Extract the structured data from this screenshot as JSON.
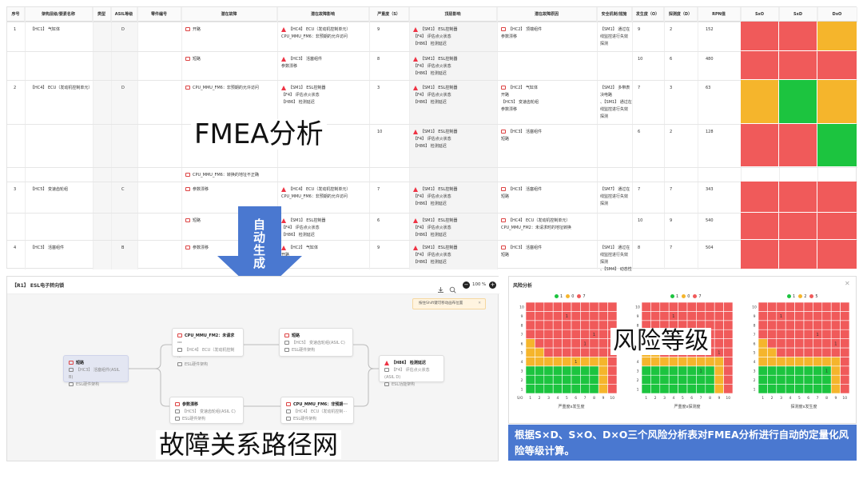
{
  "fmea": {
    "headers": [
      "序号",
      "架构层级/要素名称",
      "类型",
      "ASIL等级",
      "零件编号",
      "潜在故障",
      "潜在故障影响",
      "严重度（S）",
      "顶层影响",
      "潜在故障原因",
      "安全机制/措施",
      "发生度（O）",
      "探测度（D）",
      "RPN值",
      "SxO",
      "SxD",
      "DxO"
    ],
    "rows": [
      {
        "no": "1",
        "element": "【HC1】 气缸体",
        "asil": "D",
        "failure": "开路",
        "effect": [
          "【HC4】 ECU（发动机控制单元）",
          "CPU_MMU_FM6：非预期的允许访问"
        ],
        "s": "9",
        "top": [
          "【SM1】 ESL控制器",
          "【F4】 评估点火状态",
          "【H86】 检测延迟"
        ],
        "cause": [
          "【HC2】 顶端组件",
          "参数漂移"
        ],
        "mech": [
          "【SM1】 通过在",
          "线监控进行失效",
          "探测"
        ],
        "o": "9",
        "d": "2",
        "rpn": "152"
      },
      {
        "no": "",
        "element": "",
        "asil": "",
        "failure": "短路",
        "effect": [
          "【HC3】 活塞组件",
          "参数漂移"
        ],
        "s": "8",
        "top": [
          "【SM1】 ESL控制器",
          "【F4】 评估点火状态",
          "【H86】 检测延迟"
        ],
        "cause": [],
        "mech": [],
        "o": "10",
        "d": "6",
        "rpn": "480"
      },
      {
        "no": "2",
        "element": "【HC4】 ECU（发动机控制单元）",
        "asil": "D",
        "failure": "CPU_MMU_FM6：非预期的允许访问",
        "effect": [
          "【SM1】 ESL控制器",
          "【F4】 评估点火状态",
          "【H86】 检测延迟"
        ],
        "s": "3",
        "top": [
          "【SM1】 ESL控制器",
          "【F4】 评估点火状态",
          "【H86】 检测延迟"
        ],
        "cause": [
          "【HC2】 气缸体",
          "开路",
          "【HC5】 变速齿轮组",
          "参数漂移"
        ],
        "mech": [
          "【SM2】 多带表",
          "决电路",
          "、【SM1】 通过在",
          "线监控进行失效",
          "探测"
        ],
        "o": "7",
        "d": "3",
        "rpn": "63"
      },
      {
        "no": "",
        "element": "",
        "asil": "",
        "failure": "",
        "effect": [],
        "s": "10",
        "top": [
          "【SM1】 ESL控制器",
          "【F4】 评估点火状态",
          "【H86】 检测延迟"
        ],
        "cause": [
          "【HC3】 活塞组件",
          "短路"
        ],
        "mech": [],
        "o": "6",
        "d": "2",
        "rpn": "128"
      },
      {
        "no": "",
        "element": "",
        "asil": "",
        "failure": "CPU_MMU_FM6：转换的地址不正确",
        "effect": [],
        "s": "",
        "top": [],
        "cause": [],
        "mech": [],
        "o": "",
        "d": "",
        "rpn": ""
      },
      {
        "no": "3",
        "element": "【HC5】 变速齿轮组",
        "asil": "C",
        "failure": "参数漂移",
        "effect": [
          "【HC4】 ECU（发动机控制单元）",
          "CPU_MMU_FM6：非预期的允许访问"
        ],
        "s": "7",
        "top": [
          "【SM1】 ESL控制器",
          "【F4】 评估点火状态",
          "【H86】 检测延迟"
        ],
        "cause": [
          "【HC3】 活塞组件",
          "短路"
        ],
        "mech": [
          "【SM7】 通过在",
          "线监控进行失效",
          "探测"
        ],
        "o": "7",
        "d": "7",
        "rpn": "343"
      },
      {
        "no": "",
        "element": "",
        "asil": "",
        "failure": "短路",
        "effect": [
          "【SM1】 ESL控制器",
          "【F4】 评估点火状态",
          "【H86】 检测延迟"
        ],
        "s": "6",
        "top": [
          "【SM1】 ESL控制器",
          "【F4】 评估点火状态",
          "【H86】 检测延迟"
        ],
        "cause": [
          "【HC4】 ECU（发动机控制单元）",
          "CPU_MMU_FM2：未请求时的地址转换"
        ],
        "mech": [],
        "o": "10",
        "d": "9",
        "rpn": "540"
      },
      {
        "no": "4",
        "element": "【HC3】 活塞组件",
        "asil": "B",
        "failure": "参数漂移",
        "effect": [
          "【HC2】 气缸体",
          "开路"
        ],
        "s": "9",
        "top": [
          "【SM1】 ESL控制器",
          "【F4】 评估点火状态",
          "【H86】 检测延迟"
        ],
        "cause": [
          "【HC3】 活塞组件",
          "短路"
        ],
        "mech": [
          "【SM1】 通过在",
          "线监控进行失效",
          "探测",
          "、【SM4】 动态性"
        ],
        "o": "8",
        "d": "7",
        "rpn": "504"
      }
    ],
    "overlay_label": "FMEA分析"
  },
  "arrow_label": "自动生成",
  "graph": {
    "title": "【R1】 ESL电子转向锁",
    "zoom": "100",
    "zoom_unit": "%",
    "tooltip": "按住Shift键可移动画布位置",
    "nodes": [
      {
        "title": "短路",
        "l1": "【HC3】 活塞组件(ASIL B)",
        "l2": "ESL硬件架构"
      },
      {
        "title": "CPU_MMU_FM2：未请求···",
        "l1": "【HC4】 ECU（发动机控制···",
        "l2": "ESL硬件架构"
      },
      {
        "title": "短路",
        "l1": "【HC5】 变速齿轮组(ASIL C)",
        "l2": "ESL硬件架构"
      },
      {
        "title": "【H86】 检测延迟",
        "l1": "【F4】 评估点火状态(ASIL D)",
        "l2": "ESL功能架构"
      },
      {
        "title": "参数漂移",
        "l1": "【HC5】 变速齿轮组(ASIL C)",
        "l2": "ESL硬件架构"
      },
      {
        "title": "CPU_MMU_FM6：非预期···",
        "l1": "【HC4】 ECU（发动机控制···",
        "l2": "ESL硬件架构"
      }
    ],
    "overlay_label": "故障关系路径网"
  },
  "risk": {
    "title": "风险分析",
    "legends": [
      [
        {
          "color": "#1cc43f",
          "value": "1"
        },
        {
          "color": "#f5b52c",
          "value": "0"
        },
        {
          "color": "#f05a5a",
          "value": "7"
        }
      ],
      [
        {
          "color": "#1cc43f",
          "value": "1"
        },
        {
          "color": "#f5b52c",
          "value": "0"
        },
        {
          "color": "#f05a5a",
          "value": "7"
        }
      ],
      [
        {
          "color": "#1cc43f",
          "value": "1"
        },
        {
          "color": "#f5b52c",
          "value": "2"
        },
        {
          "color": "#f05a5a",
          "value": "5"
        }
      ]
    ],
    "xlabels": [
      "严重度x发生度",
      "严重度x探测度",
      "探测度x发生度"
    ],
    "axis_ticks": [
      "1",
      "2",
      "3",
      "4",
      "5",
      "6",
      "7",
      "8",
      "9",
      "10"
    ],
    "origin": "S/O",
    "overlay_label": "风险等级"
  },
  "caption": "根据S×D、S×O、D×O三个风险分析表对FMEA分析进行自动的定量化风险等级计算。",
  "colors": {
    "red": "#f05a5a",
    "orange": "#f5b52c",
    "green": "#1cc43f",
    "blue": "#4a78d0"
  }
}
